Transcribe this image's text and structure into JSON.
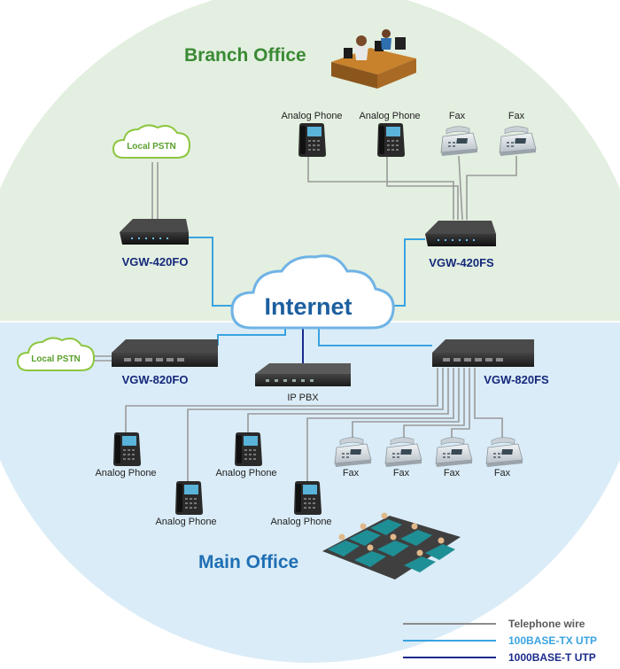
{
  "branch": {
    "title": "Branch Office",
    "title_color": "#3a8a35",
    "bg_color": "#e3efe0",
    "labels": {
      "analog_phone_1": "Analog Phone",
      "analog_phone_2": "Analog Phone",
      "fax_1": "Fax",
      "fax_2": "Fax"
    },
    "pstn": "Local PSTN",
    "gw_left": "VGW-420FO",
    "gw_right": "VGW-420FS"
  },
  "internet": {
    "label": "Internet",
    "label_color": "#1c5fa0"
  },
  "main": {
    "title": "Main Office",
    "title_color": "#1f6fb4",
    "bg_color": "#daecf7",
    "pstn": "Local PSTN",
    "gw_left": "VGW-820FO",
    "gw_right": "VGW-820FS",
    "pbx": "IP PBX",
    "labels": {
      "phone_1": "Analog Phone",
      "phone_2": "Analog Phone",
      "phone_3": "Analog Phone",
      "phone_4": "Analog Phone",
      "fax_1": "Fax",
      "fax_2": "Fax",
      "fax_3": "Fax",
      "fax_4": "Fax"
    }
  },
  "legend": {
    "items": [
      {
        "label": "Telephone wire",
        "color": "#8c8c8c"
      },
      {
        "label": "100BASE-TX UTP",
        "color": "#3aa3e0"
      },
      {
        "label": "1000BASE-T UTP",
        "color": "#1a2a8c"
      }
    ]
  },
  "colors": {
    "telephone_wire": "#9a9a9a",
    "fast_ethernet": "#3aa3e0",
    "gigabit": "#1a2a8c",
    "cloud_fill": "#ffffff",
    "cloud_stroke": "#6fb3e6",
    "pstn_stroke": "#8cc63f",
    "pstn_text": "#5aa02c"
  }
}
